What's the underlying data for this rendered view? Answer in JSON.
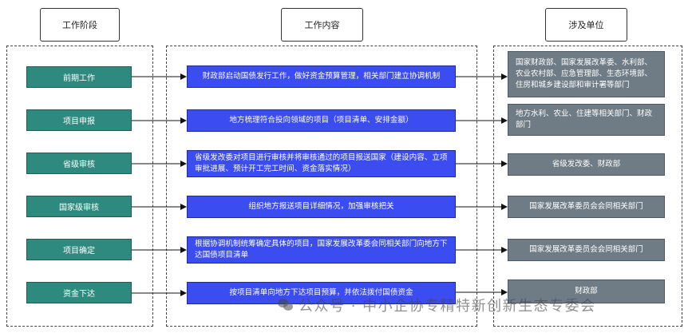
{
  "headers": {
    "stage": "工作阶段",
    "content": "工作内容",
    "units": "涉及单位"
  },
  "rows": [
    {
      "stage": "前期工作",
      "content": "财政部启动国债发行工作，做好资金预算管理，相关部门建立协调机制",
      "units": "国家财政部、国家发展改革委、水利部、农业农村部、应急管理部、生态环境部、住房和城乡建设部和审计署等部门"
    },
    {
      "stage": "项目申报",
      "content": "地方梳理符合投向领域的项目（项目清单、安排金额）",
      "units": "地方水利、农业、住建等相关部门、财政部门"
    },
    {
      "stage": "省级审核",
      "content": "省级发改委对项目进行审核并将审核通过的项目报送国家（建设内容、立项审批进展、预计开工完工时间、资金落实情况）",
      "units": "省级发改委、财政部"
    },
    {
      "stage": "国家级审核",
      "content": "组织地方报送项目详细情况，加强审核把关",
      "units": "国家发展改革委员会会同相关部门"
    },
    {
      "stage": "项目确定",
      "content": "根据协调机制统筹确定具体的项目，国家发展改革委会同相关部门向地方下达国债项目清单",
      "units": "国家发展改革委员会会同相关部门"
    },
    {
      "stage": "资金下达",
      "content": "按项目清单向地方下达项目预算，并依法拨付国债资金",
      "units": "财政部"
    }
  ],
  "colors": {
    "stage_box": "#2e8a7e",
    "content_box": "#3b4cf0",
    "units_box": "#6f7c86",
    "text": "#ffffff"
  },
  "watermark": "公众号 · 中小企协专精特新创新生态专委会"
}
